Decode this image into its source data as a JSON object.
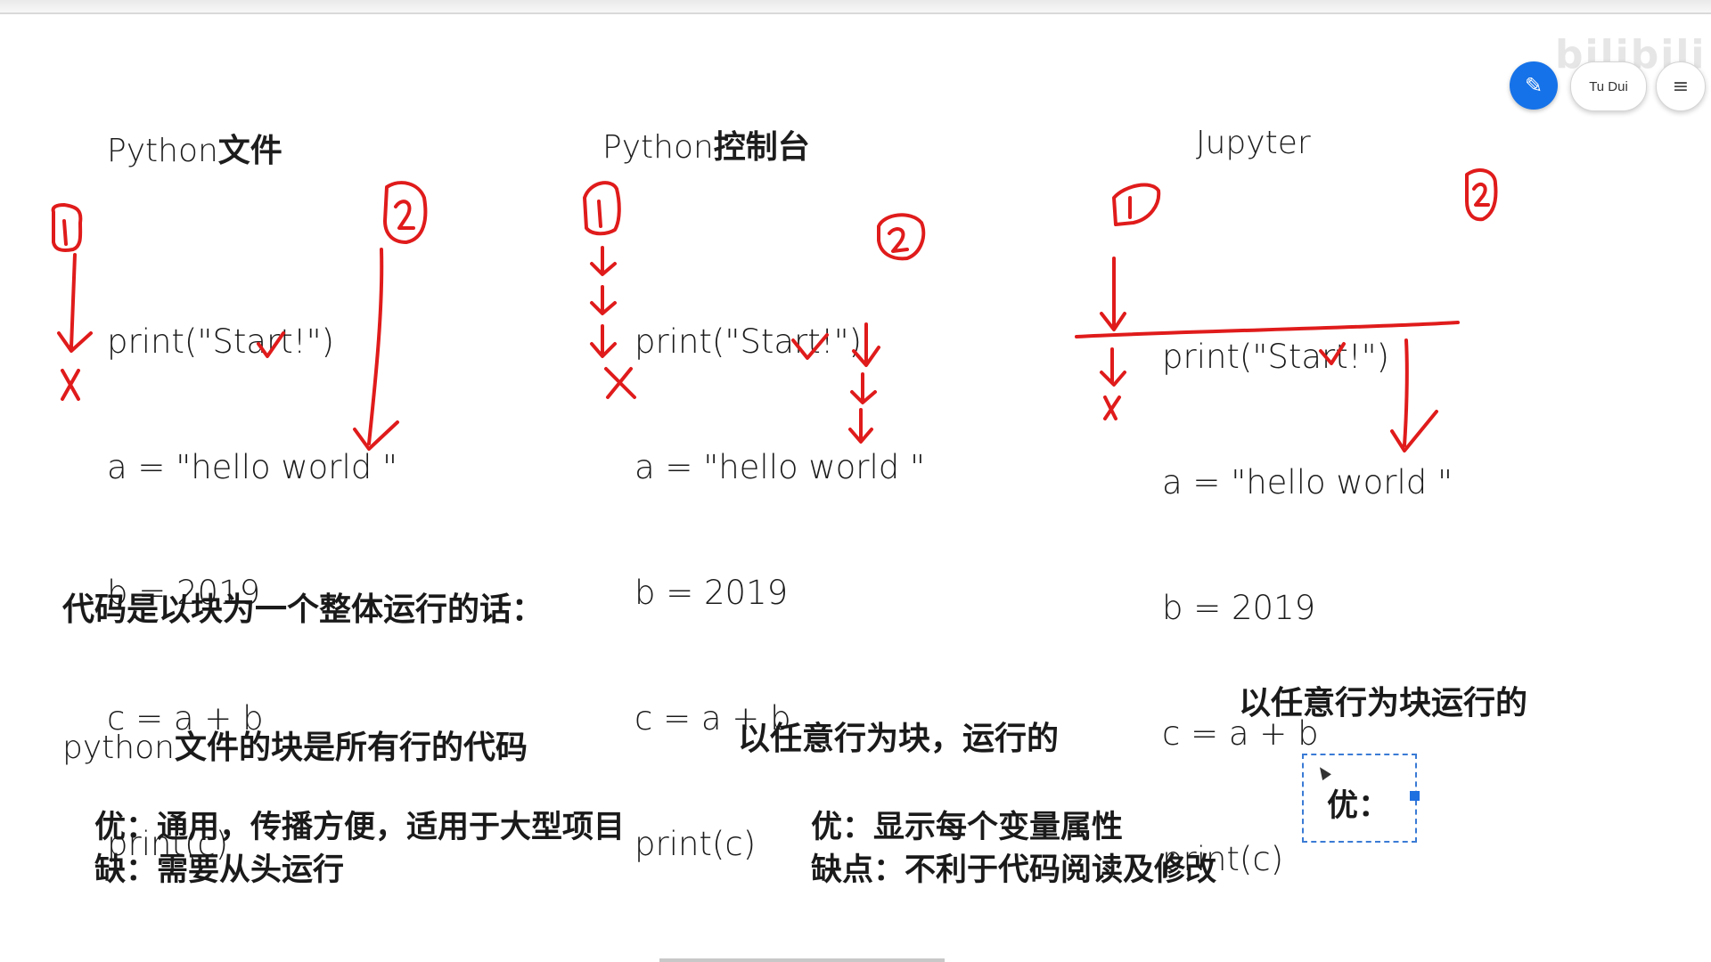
{
  "window": {
    "user_name": "Tu Dui",
    "presenter_icon": "presenter-avatar-icon",
    "menu_icon": "hamburger-menu-icon",
    "watermark": "bilibili"
  },
  "sections": [
    {
      "title_latin": "Python",
      "title_cjk": "文件",
      "code": [
        "print(\"Start!\")",
        "a = \"hello world \"",
        "b = 2019",
        "c = a + b",
        "print(c)"
      ]
    },
    {
      "title_latin": "Python",
      "title_cjk": "控制台",
      "code": [
        "print(\"Start!\")",
        "a = \"hello world \"",
        "b = 2019",
        "c = a + b",
        "print(c)"
      ]
    },
    {
      "title_latin": "Jupyter",
      "title_cjk": "",
      "code": [
        "print(\"Start!\")",
        "a = \"hello world \"",
        "b = 2019",
        "c = a + b",
        "print(c)"
      ]
    }
  ],
  "annotations": {
    "mark_1": "1",
    "mark_2": "2",
    "cross": "X",
    "check": "✓"
  },
  "notes": {
    "heading": "代码是以块为一个整体运行的话：",
    "python_file": {
      "label_latin": "python",
      "label_cjk": "文件的块是所有行的代码",
      "pro": "优：通用，传播方便，适用于大型项目",
      "con": "缺：需要从头运行"
    },
    "console": {
      "label": "以任意行为块，运行的",
      "pro": "优：显示每个变量属性",
      "con": "缺点：不利于代码阅读及修改"
    },
    "jupyter": {
      "label": "以任意行为块运行的",
      "box_text": "优："
    }
  },
  "colors": {
    "ink_red": "#e01b1b",
    "accent_blue": "#1672e8",
    "box_border": "#3a7bd5"
  }
}
